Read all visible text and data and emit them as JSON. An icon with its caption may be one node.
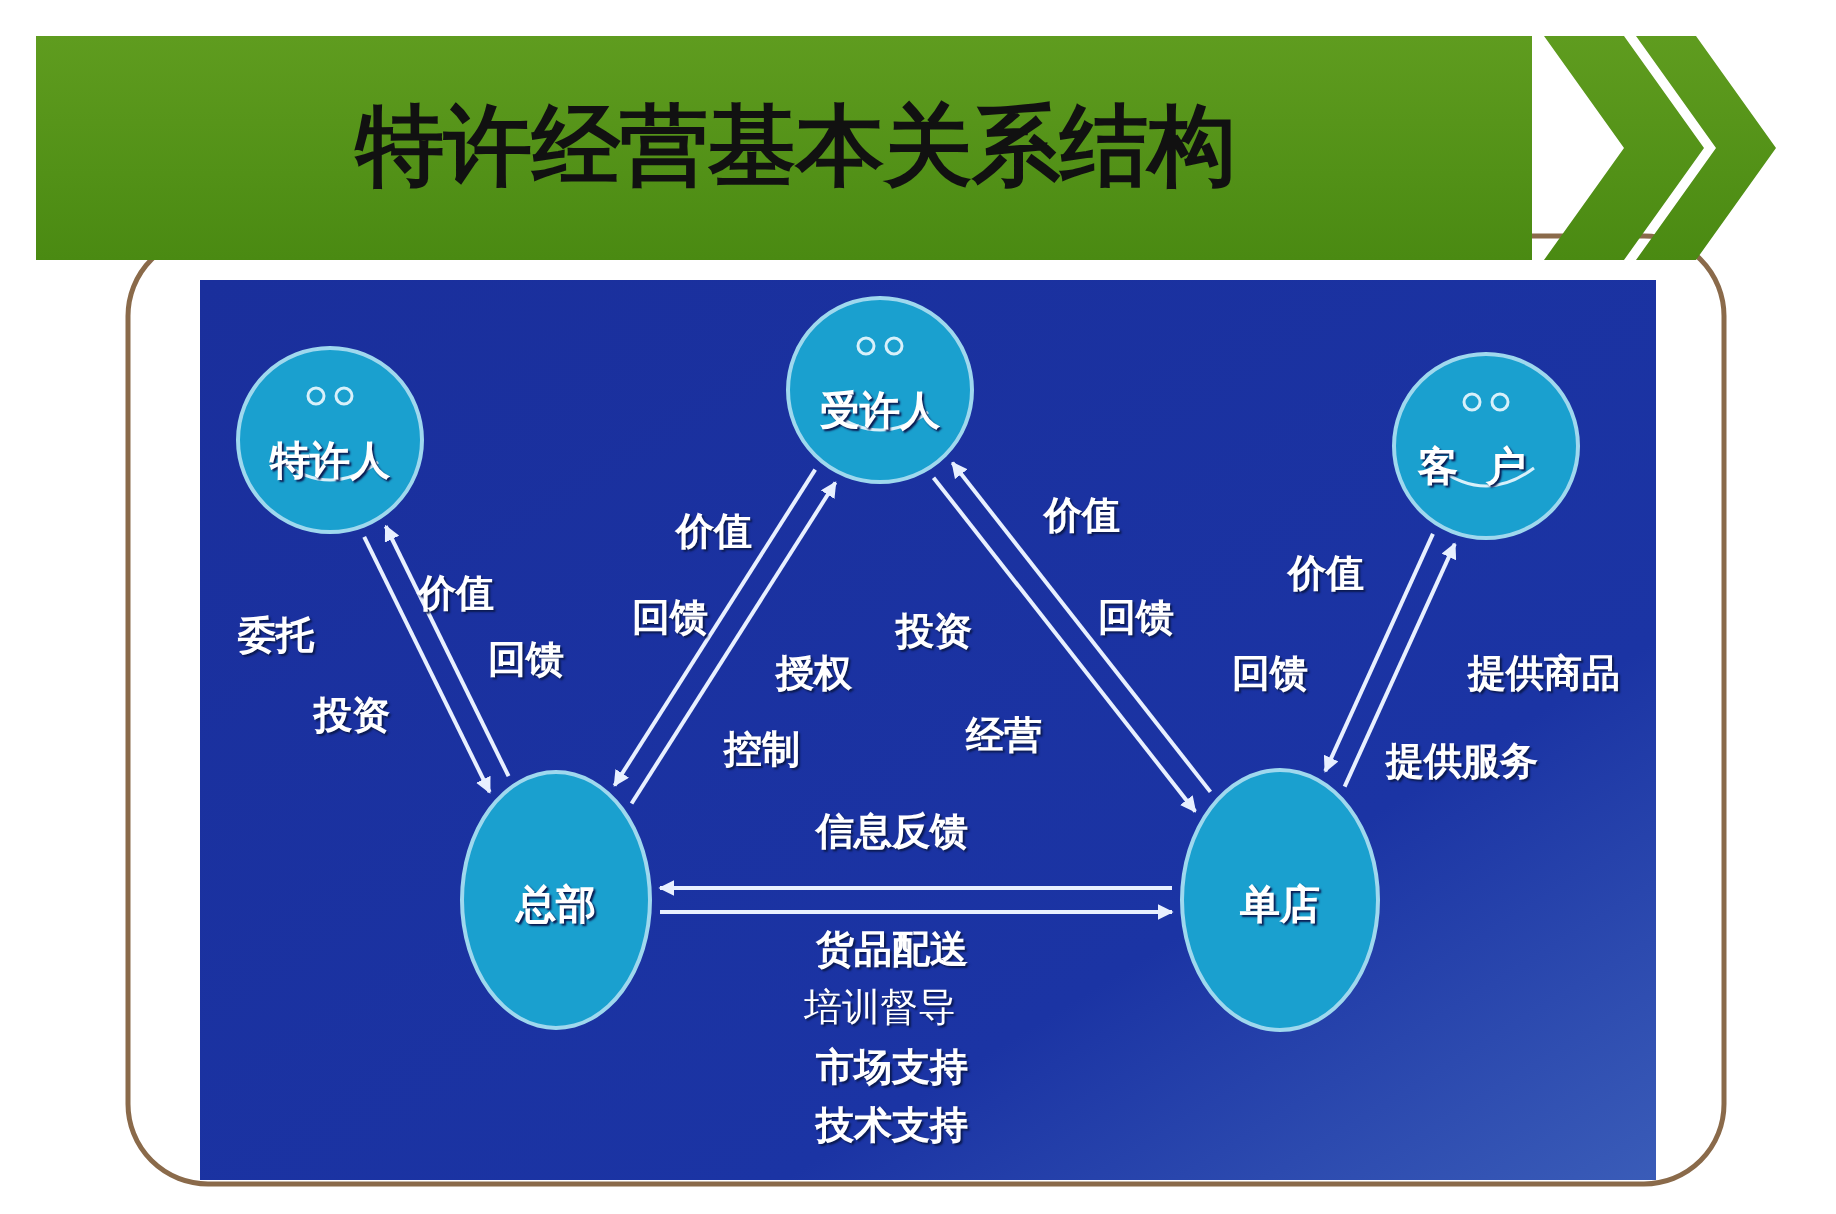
{
  "diagram": {
    "title": "特许经营基本关系结构",
    "nodes": [
      {
        "text": [
          "特许人"
        ]
      },
      {
        "text": [
          "受许人"
        ]
      },
      {
        "text": [
          "客户"
        ]
      },
      {
        "text": [
          "总部"
        ]
      },
      {
        "text": [
          "单店"
        ]
      }
    ],
    "edges": [
      {
        "from": 0,
        "to": 3,
        "arrow": "to"
      },
      {
        "from": 3,
        "to": 0,
        "arrow": "to"
      },
      {
        "from": 1,
        "to": 3,
        "arrow": "to"
      },
      {
        "from": 3,
        "to": 1,
        "arrow": "to"
      },
      {
        "from": 4,
        "to": 1,
        "arrow": "to"
      },
      {
        "from": 1,
        "to": 4,
        "arrow": "to"
      },
      {
        "from": 2,
        "to": 4,
        "arrow": "to"
      },
      {
        "from": 4,
        "to": 2,
        "arrow": "to"
      },
      {
        "from": 4,
        "to": 3,
        "arrow": "to"
      },
      {
        "from": 3,
        "to": 4,
        "arrow": "to"
      }
    ],
    "labels": [
      "价值",
      "委托",
      "回馈",
      "投资",
      "价值",
      "回馈",
      "授权",
      "控制",
      "价值",
      "投资",
      "回馈",
      "经营",
      "价值",
      "回馈",
      "提供商品",
      "提供服务",
      "信息反馈",
      "货品配送",
      "培训督导",
      "市场支持",
      "技术支持"
    ]
  }
}
